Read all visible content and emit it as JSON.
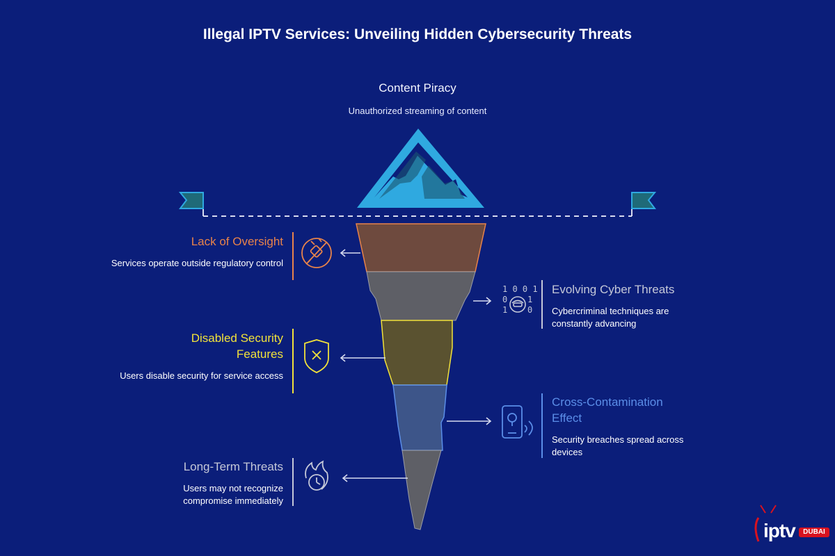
{
  "title": "Illegal IPTV Services: Unveiling Hidden Cybersecurity Threats",
  "top": {
    "title": "Content Piracy",
    "description": "Unauthorized streaming of content"
  },
  "layers": [
    {
      "title": "Lack of Oversight",
      "description": "Services operate outside regulatory control",
      "side": "left",
      "color": "#e8834a",
      "icon": "unplugged-icon"
    },
    {
      "title": "Evolving Cyber Threats",
      "description": "Cybercriminal techniques are constantly advancing",
      "side": "right",
      "color": "#c4c8d8",
      "icon": "binary-hacker-icon",
      "binary": [
        "1001",
        "0  1",
        "1  0"
      ]
    },
    {
      "title": "Disabled Security Features",
      "description": "Users disable security for service access",
      "side": "left",
      "color": "#f2e23a",
      "icon": "shield-x-icon"
    },
    {
      "title": "Cross-Contamination Effect",
      "description": "Security breaches spread across devices",
      "side": "right",
      "color": "#5b8ee8",
      "icon": "phone-virus-icon"
    },
    {
      "title": "Long-Term Threats",
      "description": "Users may not recognize compromise immediately",
      "side": "left",
      "color": "#c4c8d8",
      "icon": "fire-clock-icon"
    }
  ],
  "colors": {
    "background": "#0b1e7a",
    "iceberg_outline": "#2fa9e0",
    "band_oversight": "#6e4a3e",
    "band_cyber": "#5e5f66",
    "band_security": "#5a5230",
    "band_contamination": "#3d5589",
    "band_longterm": "#5e5f66"
  },
  "logo": {
    "text": "iptv",
    "badge": "DUBAI"
  }
}
